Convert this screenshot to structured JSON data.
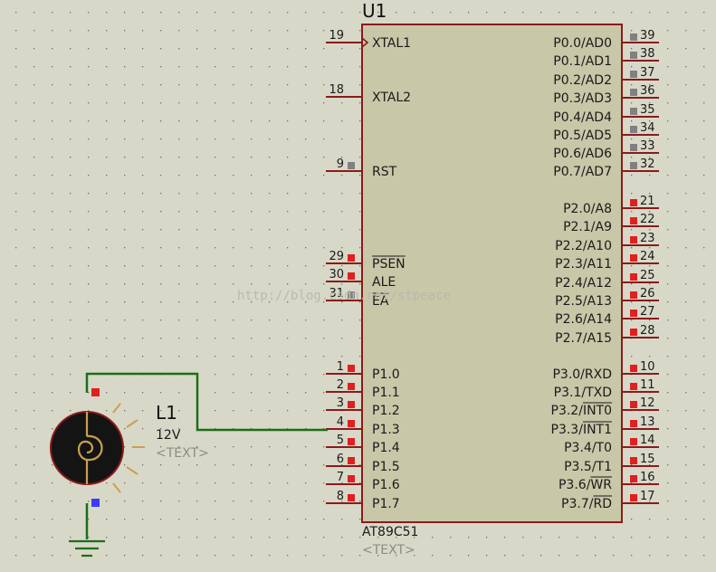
{
  "colors": {
    "background": "#d8d8c8",
    "grid_dot": "#6f6f66",
    "chip_body": "#c8c7a8",
    "chip_border": "#8b1a1a",
    "pin_line": "#8b1a1a",
    "wire": "#1b6e1b",
    "pin_red": "#e02020",
    "pin_gray": "#808080",
    "pin_blue": "#3b3bff",
    "lamp_fill": "#141414",
    "lamp_ray": "#c8a050"
  },
  "chip": {
    "designator": "U1",
    "part": "AT89C51",
    "text_placeholder": "<TEXT>",
    "left_pins": [
      {
        "num": "19",
        "label": "XTAL1",
        "state": "clock",
        "overline": false
      },
      {
        "num": "18",
        "label": "XTAL2",
        "state": "none",
        "overline": false
      },
      {
        "num": "9",
        "label": "RST",
        "state": "gray",
        "overline": false
      },
      {
        "num": "29",
        "label": "PSEN",
        "state": "red",
        "overline": true
      },
      {
        "num": "30",
        "label": "ALE",
        "state": "red",
        "overline": false
      },
      {
        "num": "31",
        "label": "EA",
        "state": "gray",
        "overline": true
      },
      {
        "num": "1",
        "label": "P1.0",
        "state": "red",
        "overline": false
      },
      {
        "num": "2",
        "label": "P1.1",
        "state": "red",
        "overline": false
      },
      {
        "num": "3",
        "label": "P1.2",
        "state": "red",
        "overline": false
      },
      {
        "num": "4",
        "label": "P1.3",
        "state": "red",
        "overline": false
      },
      {
        "num": "5",
        "label": "P1.4",
        "state": "red",
        "overline": false
      },
      {
        "num": "6",
        "label": "P1.5",
        "state": "red",
        "overline": false
      },
      {
        "num": "7",
        "label": "P1.6",
        "state": "red",
        "overline": false
      },
      {
        "num": "8",
        "label": "P1.7",
        "state": "red",
        "overline": false
      }
    ],
    "right_pins": [
      {
        "num": "39",
        "label": "P0.0/AD0",
        "state": "gray"
      },
      {
        "num": "38",
        "label": "P0.1/AD1",
        "state": "gray"
      },
      {
        "num": "37",
        "label": "P0.2/AD2",
        "state": "gray"
      },
      {
        "num": "36",
        "label": "P0.3/AD3",
        "state": "gray"
      },
      {
        "num": "35",
        "label": "P0.4/AD4",
        "state": "gray"
      },
      {
        "num": "34",
        "label": "P0.5/AD5",
        "state": "gray"
      },
      {
        "num": "33",
        "label": "P0.6/AD6",
        "state": "gray"
      },
      {
        "num": "32",
        "label": "P0.7/AD7",
        "state": "gray"
      },
      {
        "num": "21",
        "label": "P2.0/A8",
        "state": "red"
      },
      {
        "num": "22",
        "label": "P2.1/A9",
        "state": "red"
      },
      {
        "num": "23",
        "label": "P2.2/A10",
        "state": "red"
      },
      {
        "num": "24",
        "label": "P2.3/A11",
        "state": "red"
      },
      {
        "num": "25",
        "label": "P2.4/A12",
        "state": "red"
      },
      {
        "num": "26",
        "label": "P2.5/A13",
        "state": "red"
      },
      {
        "num": "27",
        "label": "P2.6/A14",
        "state": "red"
      },
      {
        "num": "28",
        "label": "P2.7/A15",
        "state": "red"
      },
      {
        "num": "10",
        "label": "P3.0/RXD",
        "state": "red",
        "ob": ""
      },
      {
        "num": "11",
        "label": "P3.1/TXD",
        "state": "red",
        "ob": ""
      },
      {
        "num": "12",
        "label": "P3.2/",
        "state": "red",
        "ob": "INT0"
      },
      {
        "num": "13",
        "label": "P3.3/",
        "state": "red",
        "ob": "INT1"
      },
      {
        "num": "14",
        "label": "P3.4/T0",
        "state": "red",
        "ob": ""
      },
      {
        "num": "15",
        "label": "P3.5/T1",
        "state": "red",
        "ob": ""
      },
      {
        "num": "16",
        "label": "P3.6/",
        "state": "red",
        "ob": "WR"
      },
      {
        "num": "17",
        "label": "P3.7/",
        "state": "red",
        "ob": "RD"
      }
    ]
  },
  "lamp": {
    "designator": "L1",
    "voltage": "12V",
    "text_placeholder": "<TEXT>"
  },
  "watermark": "http://blog.csdn.net/stpeace"
}
